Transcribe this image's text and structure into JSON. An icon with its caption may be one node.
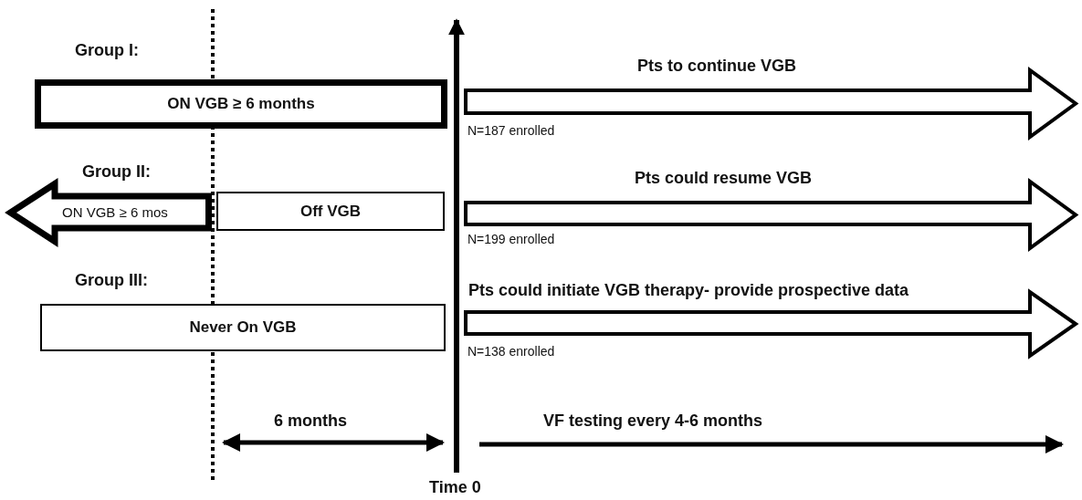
{
  "diagram": {
    "nodes": [
      {
        "text": [
          "Group I:",
          "ON VGB ≥ 6 months"
        ]
      },
      {
        "text": [
          "Pts to continue VGB",
          "N=187 enrolled"
        ]
      },
      {
        "text": [
          "Group II:",
          "ON VGB ≥ 6 mos"
        ]
      },
      {
        "text": [
          "Off VGB"
        ]
      },
      {
        "text": [
          "Pts could resume VGB",
          "N=199 enrolled"
        ]
      },
      {
        "text": [
          "Group III:",
          "Never On VGB"
        ]
      },
      {
        "text": [
          "Pts could initiate VGB therapy- provide prospective data",
          "N=138 enrolled"
        ]
      }
    ],
    "labels": [
      "6 months",
      "VF testing every 4-6 months",
      "Time 0"
    ]
  }
}
